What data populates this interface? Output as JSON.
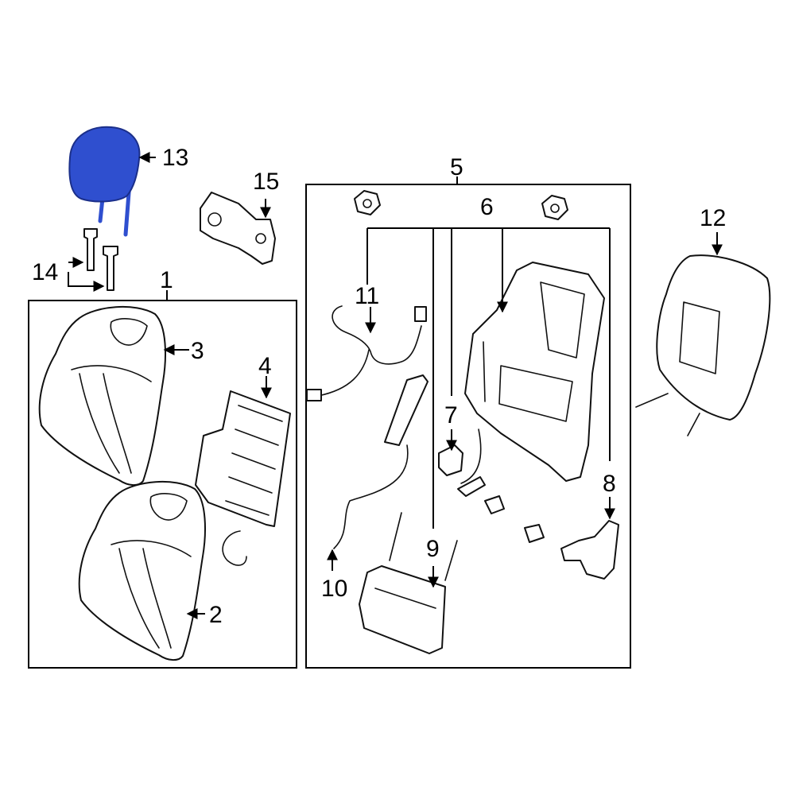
{
  "diagram": {
    "highlight_color": "#2f4fcf",
    "outline_color": "#111111",
    "callouts": {
      "c1": "1",
      "c2": "2",
      "c3": "3",
      "c4": "4",
      "c5": "5",
      "c6": "6",
      "c7": "7",
      "c8": "8",
      "c9": "9",
      "c10": "10",
      "c11": "11",
      "c12": "12",
      "c13": "13",
      "c14": "14",
      "c15": "15"
    }
  }
}
